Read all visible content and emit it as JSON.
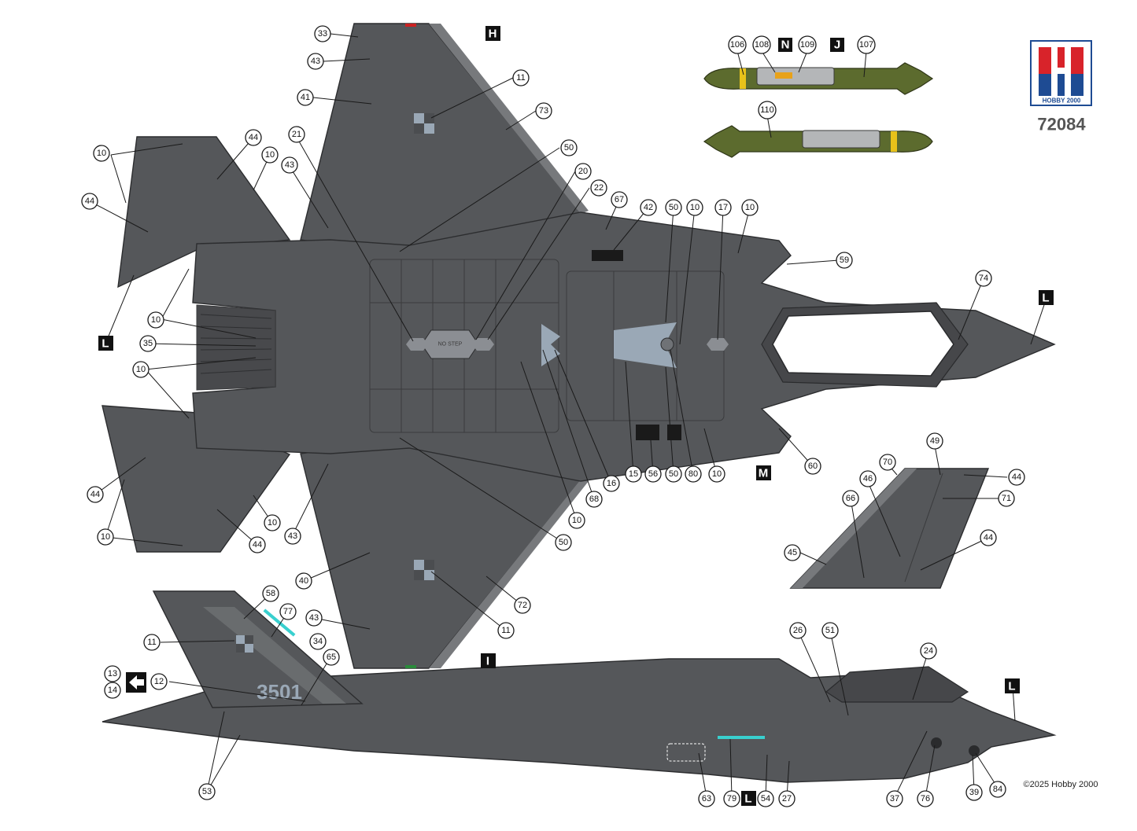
{
  "product_code": "72084",
  "brand": {
    "name": "HOBBY 2000",
    "colors": {
      "red": "#d8232a",
      "blue": "#1e4b93"
    }
  },
  "copyright": "©2025 Hobby 2000",
  "aircraft_colors": {
    "camouflage": "#55575a",
    "edge_strip": "#77797c",
    "panel_line": "#3a3b3d",
    "ordnance_olive": "#5c6b2e",
    "ordnance_yellow_band": "#e8c21a",
    "ordnance_kit_grey": "#b4b6b8",
    "marking_light_blue": "#9aa8b6",
    "formation_light_cyan": "#39d0cf"
  },
  "markings": {
    "serial_number": "3501",
    "no_step_label": "NO STEP"
  },
  "letter_markers": [
    "H",
    "N",
    "J",
    "L",
    "M",
    "I"
  ],
  "callouts": {
    "ordnance": [
      "106",
      "108",
      "109",
      "107",
      "110"
    ],
    "top_view": [
      "33",
      "43",
      "41",
      "11",
      "73",
      "21",
      "50",
      "20",
      "22",
      "67",
      "42",
      "10",
      "17",
      "59",
      "74",
      "44",
      "35",
      "15",
      "56",
      "80",
      "16",
      "68",
      "60",
      "72",
      "40"
    ],
    "fin": [
      "49",
      "70",
      "44",
      "46",
      "71",
      "66",
      "45"
    ],
    "side_view": [
      "58",
      "77",
      "11",
      "43",
      "34",
      "65",
      "13",
      "14",
      "12",
      "26",
      "51",
      "24",
      "53",
      "63",
      "79",
      "54",
      "27",
      "37",
      "76",
      "39",
      "84"
    ]
  }
}
